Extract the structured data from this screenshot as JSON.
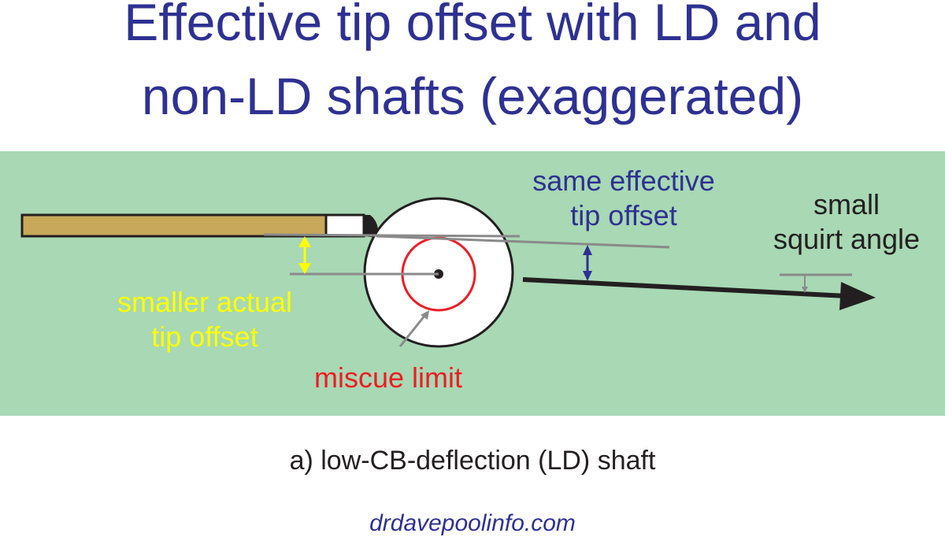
{
  "title": {
    "line1": "Effective tip offset with LD and",
    "line2": "non-LD shafts (exaggerated)"
  },
  "labels": {
    "effective_offset": [
      "same effective",
      "tip offset"
    ],
    "squirt": [
      "small",
      "squirt angle"
    ],
    "actual_offset": [
      "smaller actual",
      "tip offset"
    ],
    "miscue": "miscue limit"
  },
  "caption": "a) low-CB-deflection (LD) shaft",
  "credit": "drdavepoolinfo.com",
  "colors": {
    "title": "#2e3192",
    "panel": "#a8d8b4",
    "shaft": "#c8a85a",
    "miscue": "#ee1c25",
    "actual_offset": "#ffff00",
    "effective_offset": "#2e3192",
    "arrow": "#231f20"
  }
}
